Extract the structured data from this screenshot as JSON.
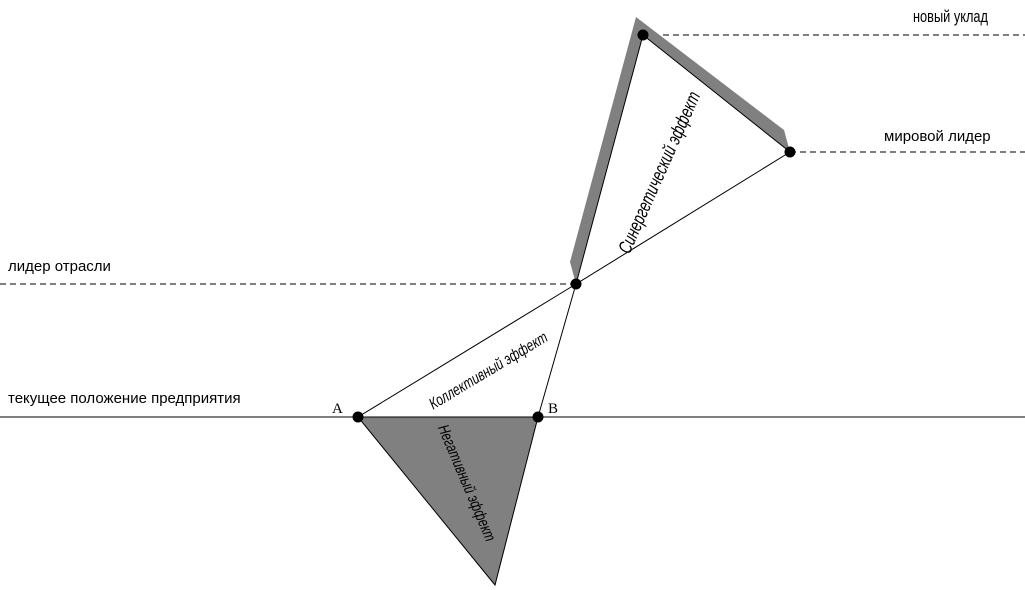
{
  "levels": {
    "new_order": "новый уклад",
    "world_leader": "мировой лидер",
    "industry_leader": "лидер отрасли",
    "current_position": "текущее положение предприятия"
  },
  "effects": {
    "synergy": "Синергетический эффект",
    "collective": "Коллективный эффект",
    "negative": "Негативный эффект"
  },
  "points": {
    "a": "A",
    "b": "B"
  },
  "colors": {
    "negative_fill": "#808080",
    "shadow": "#808080",
    "ink": "#000000"
  }
}
